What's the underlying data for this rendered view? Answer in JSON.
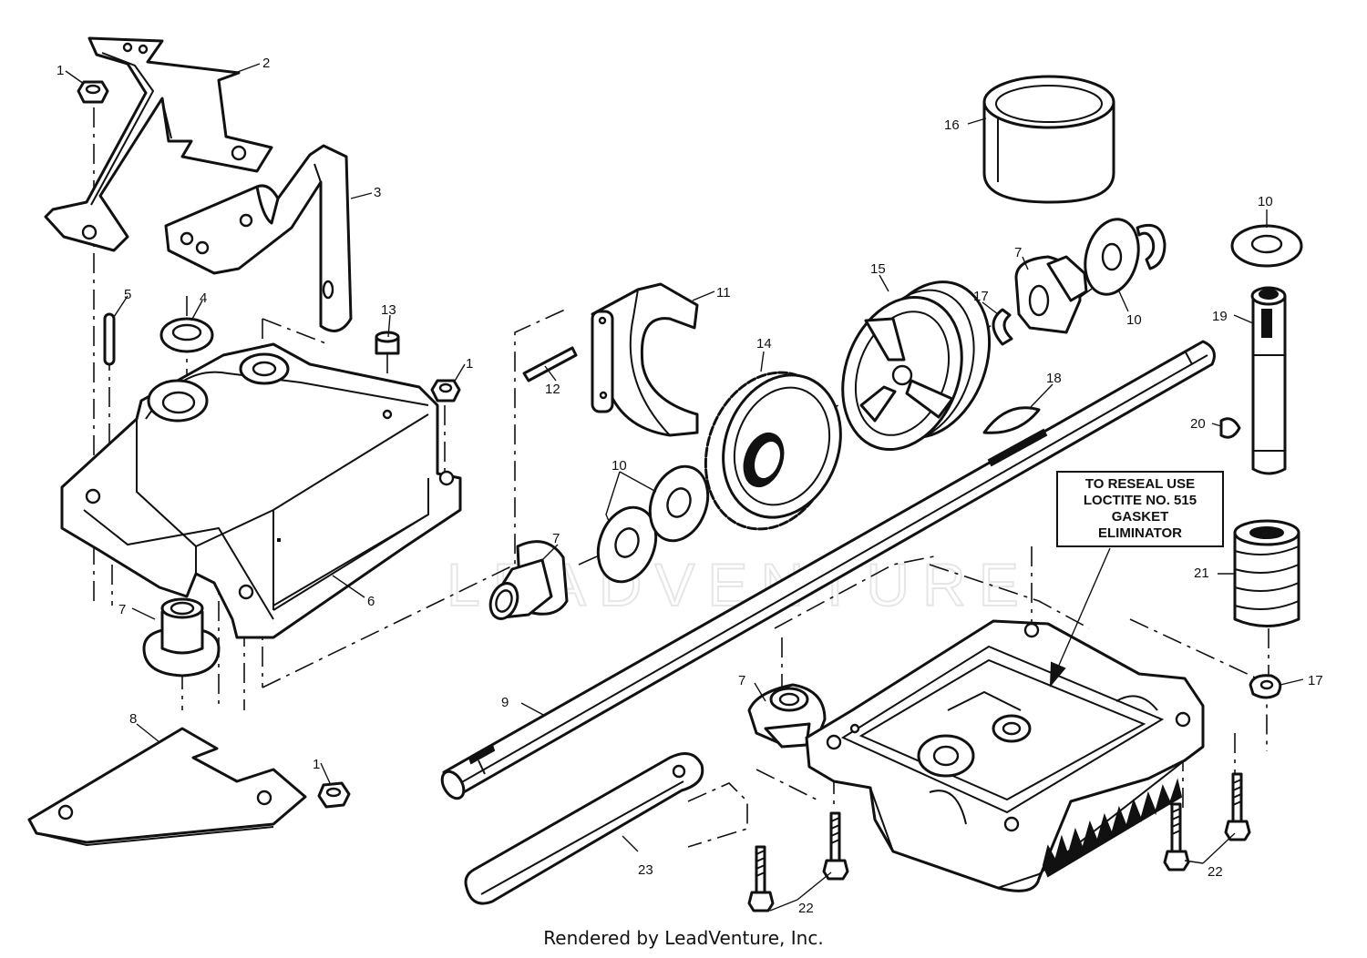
{
  "watermark": "LEADVENTURE",
  "note": {
    "line1": "TO RESEAL USE",
    "line2": "LOCTITE NO. 515",
    "line3": "GASKET",
    "line4": "ELIMINATOR"
  },
  "footer": "Rendered by LeadVenture, Inc.",
  "callouts": {
    "c1a": "1",
    "c1b": "1",
    "c1c": "1",
    "c2": "2",
    "c3": "3",
    "c4": "4",
    "c5": "5",
    "c6": "6",
    "c7a": "7",
    "c7b": "7",
    "c7c": "7",
    "c7d": "7",
    "c8": "8",
    "c9": "9",
    "c10a": "10",
    "c10b": "10",
    "c10c": "10",
    "c11": "11",
    "c12": "12",
    "c13": "13",
    "c14": "14",
    "c15": "15",
    "c16": "16",
    "c17a": "17",
    "c17b": "17",
    "c18": "18",
    "c19": "19",
    "c20": "20",
    "c21": "21",
    "c22a": "22",
    "c22b": "22",
    "c23": "23"
  }
}
